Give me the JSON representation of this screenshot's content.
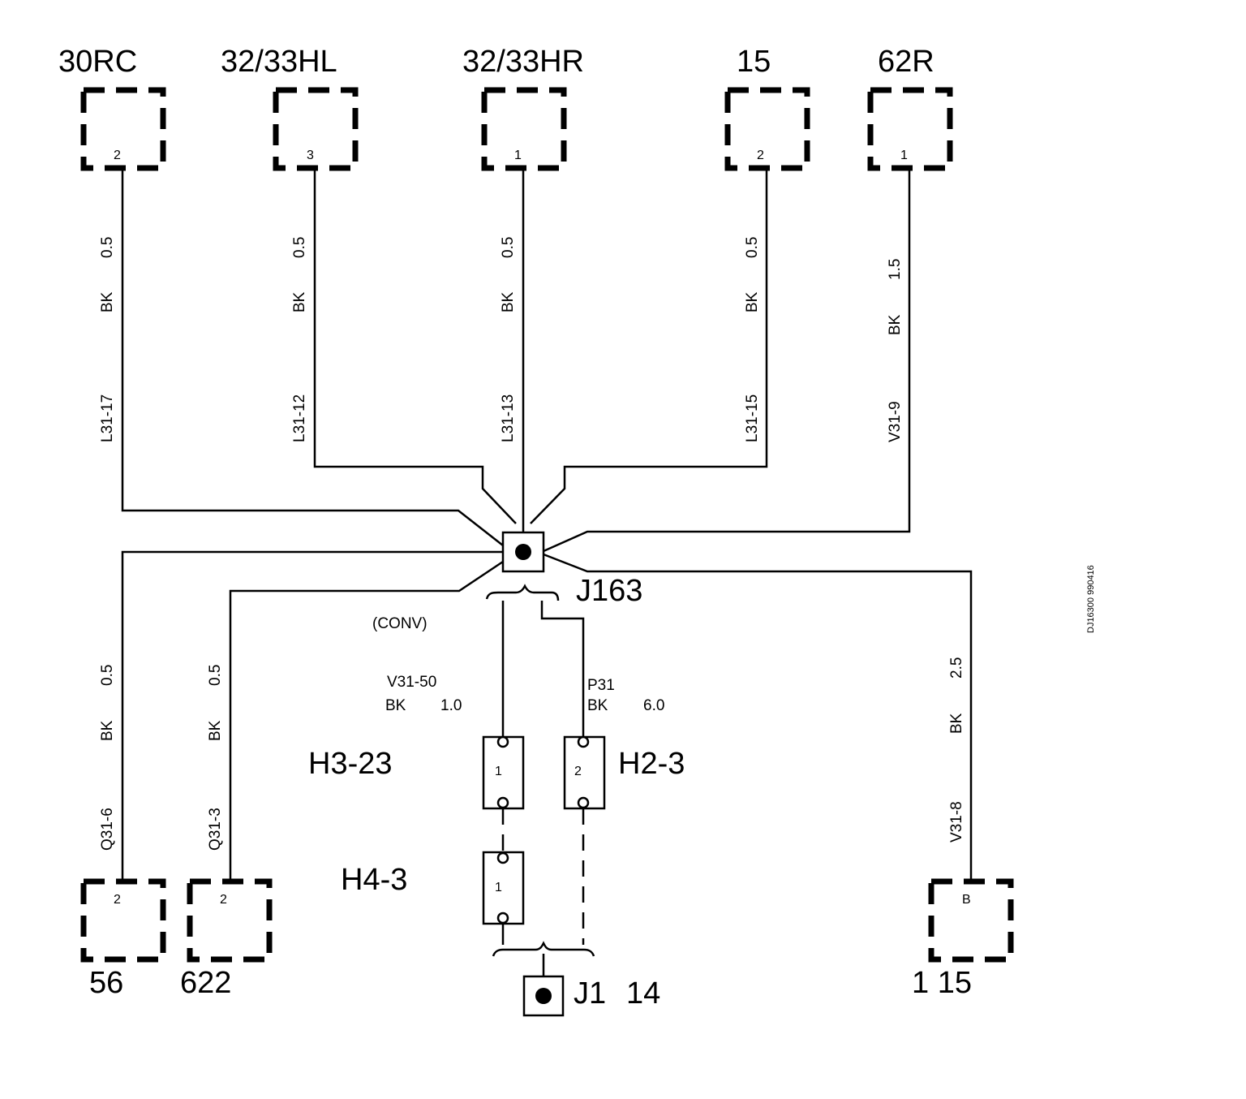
{
  "top_connectors": [
    {
      "name": "30RC",
      "pin": "2"
    },
    {
      "name": "32/33HL",
      "pin": "3"
    },
    {
      "name": "32/33HR",
      "pin": "1"
    },
    {
      "name": "15",
      "pin": "2"
    },
    {
      "name": "62R",
      "pin": "1"
    }
  ],
  "top_wires": [
    {
      "size": "0.5",
      "color": "BK",
      "circuit": "L31-17"
    },
    {
      "size": "0.5",
      "color": "BK",
      "circuit": "L31-12"
    },
    {
      "size": "0.5",
      "color": "BK",
      "circuit": "L31-13"
    },
    {
      "size": "0.5",
      "color": "BK",
      "circuit": "L31-15"
    },
    {
      "size": "1.5",
      "color": "BK",
      "circuit": "V31-9"
    }
  ],
  "bottom_connectors": [
    {
      "name": "56",
      "pin": "2"
    },
    {
      "name": "622",
      "pin": "2"
    },
    {
      "name": "1 15",
      "pin": "B"
    }
  ],
  "bottom_wires": [
    {
      "size": "0.5",
      "color": "BK",
      "circuit": "Q31-6"
    },
    {
      "size": "0.5",
      "color": "BK",
      "circuit": "Q31-3"
    },
    {
      "size": "2.5",
      "color": "BK",
      "circuit": "V31-8"
    }
  ],
  "splice": {
    "name": "J163",
    "note": "(CONV)"
  },
  "center_wires": {
    "left": {
      "circuit": "V31-50",
      "color": "BK",
      "size": "1.0"
    },
    "right": {
      "circuit": "P31",
      "color": "BK",
      "size": "6.0"
    }
  },
  "inline_connectors": [
    {
      "name": "H3-23",
      "pin": "1"
    },
    {
      "name": "H2-3",
      "pin": "2"
    },
    {
      "name": "H4-3",
      "pin": "1"
    }
  ],
  "ground": {
    "name": "J1",
    "number": "14"
  },
  "doc_id": "DJ16300 990416"
}
